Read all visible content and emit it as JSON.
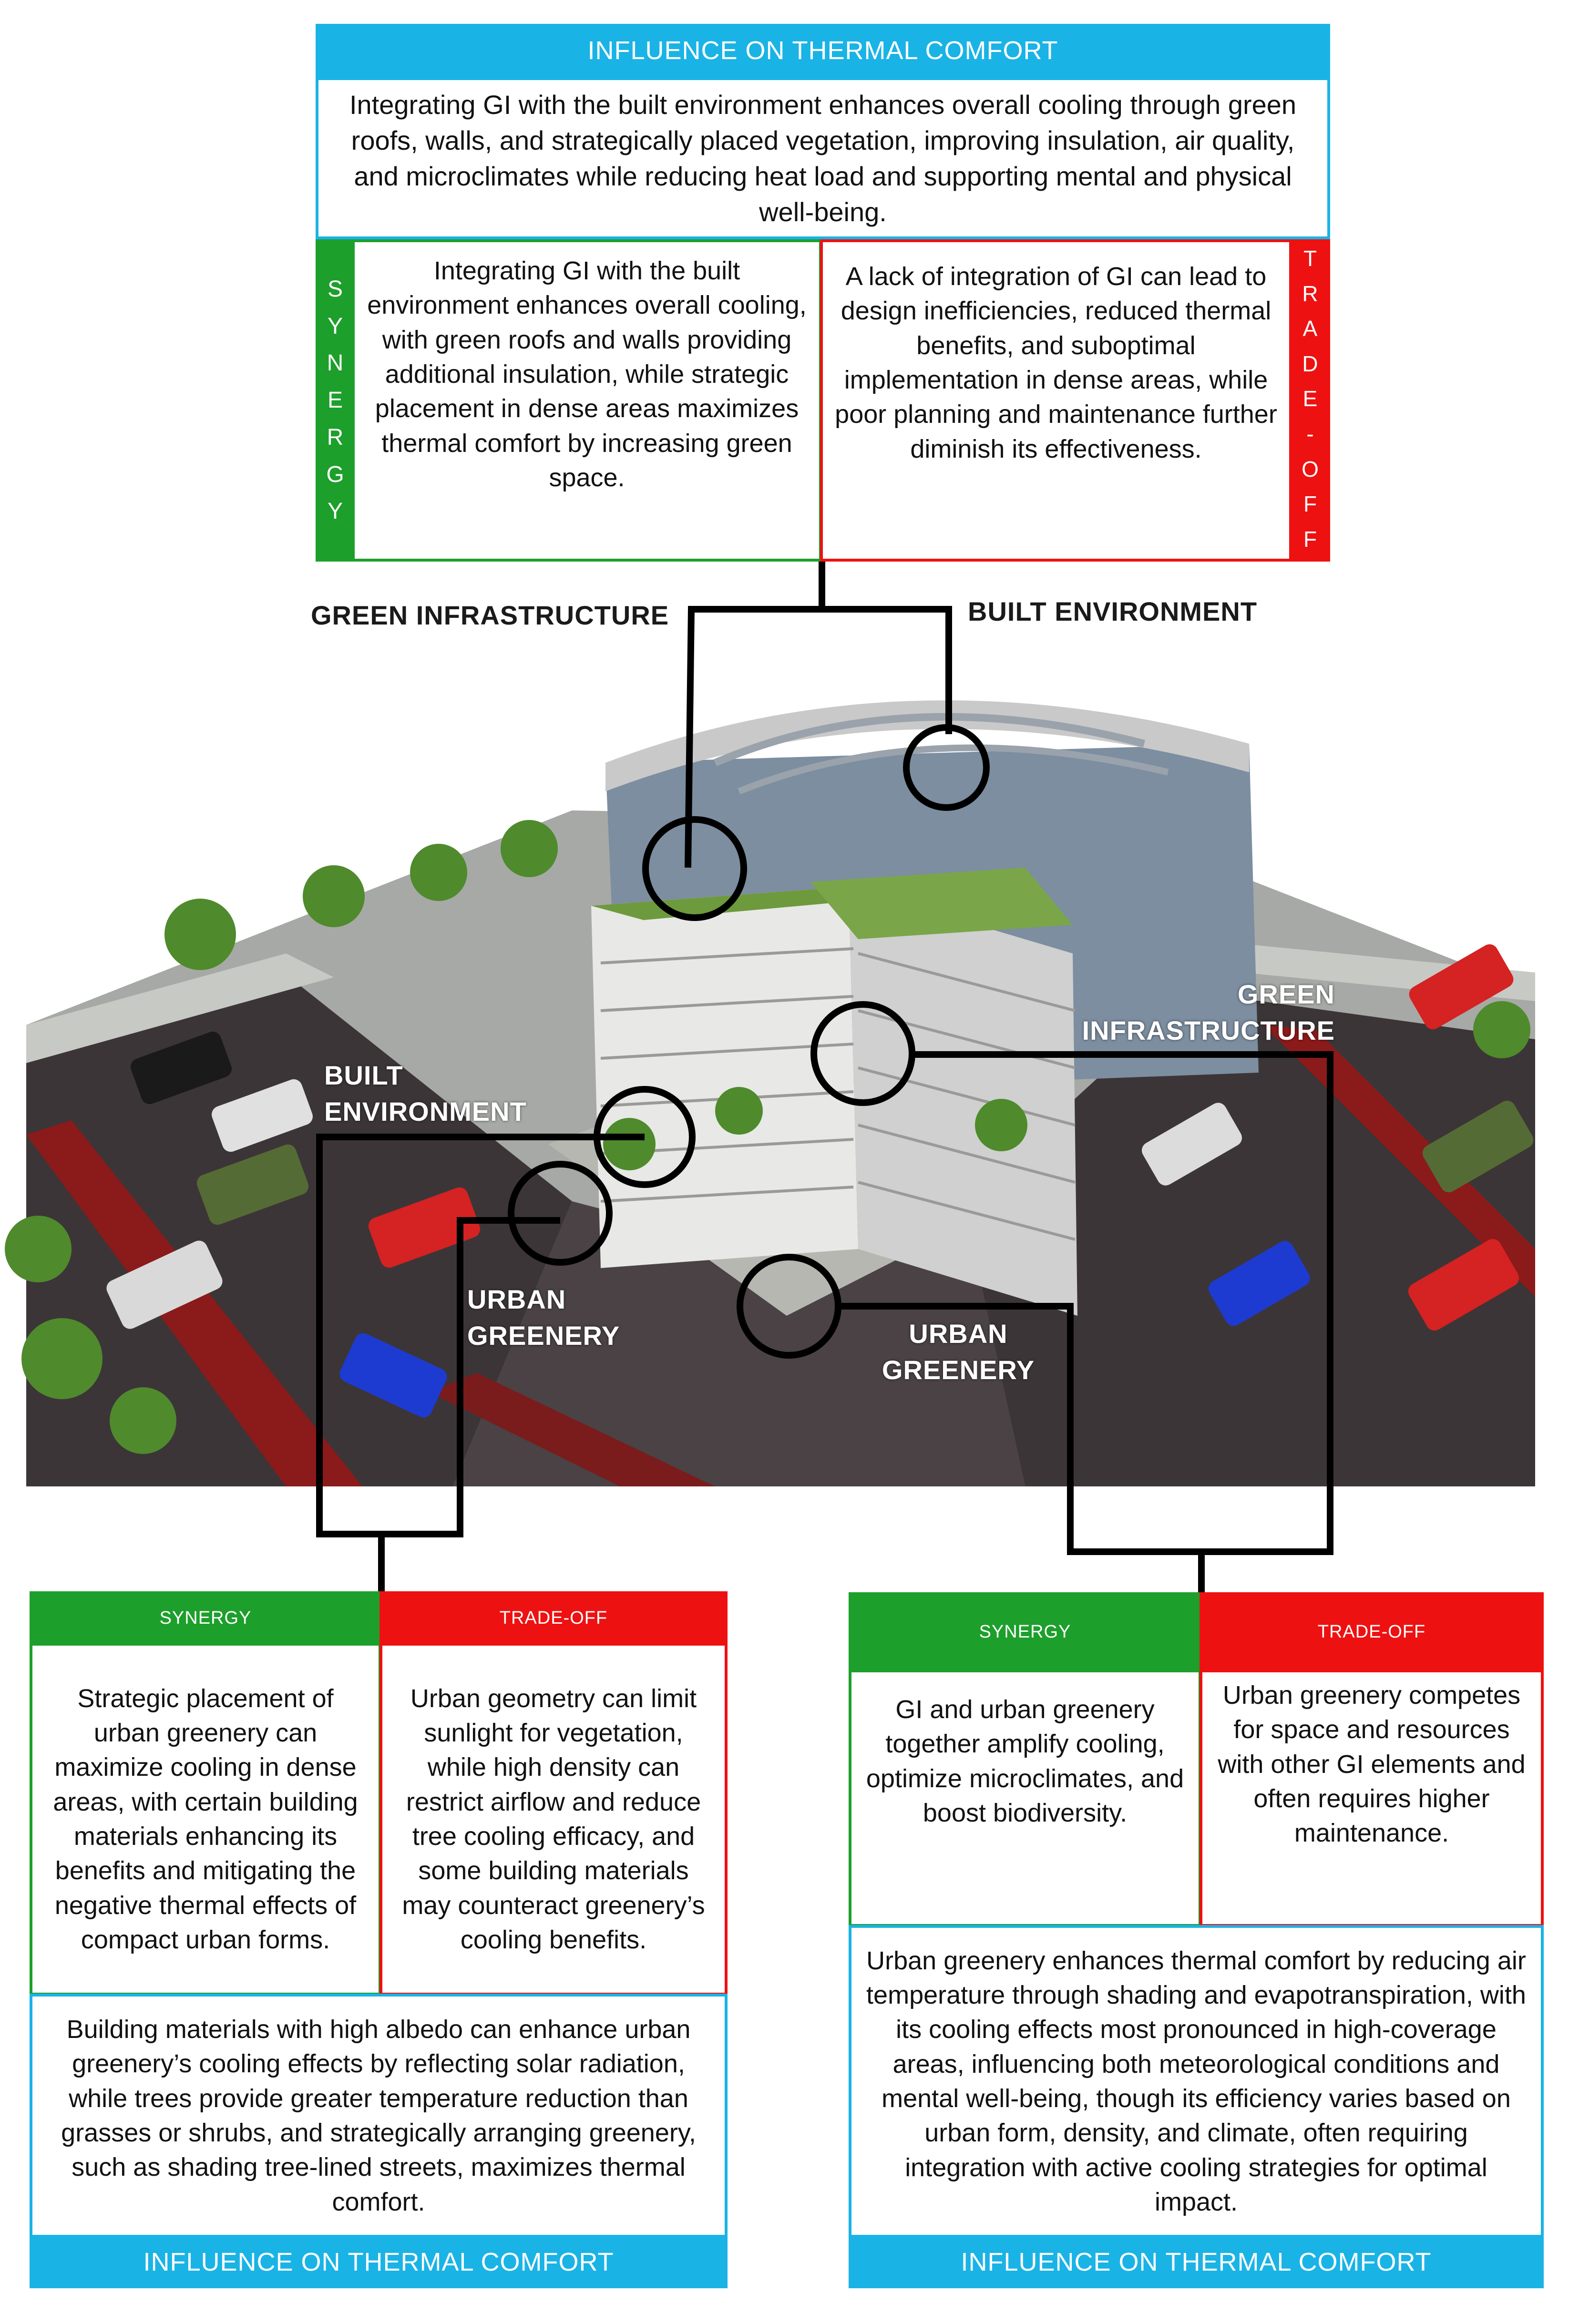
{
  "top": {
    "header": "INFLUENCE ON THERMAL COMFORT",
    "summary": "Integrating GI with the built environment enhances overall cooling through green roofs, walls, and strategically placed vegetation, improving insulation, air quality, and microclimates while reducing heat load and supporting mental and physical well-being.",
    "synergy_label": "SYNERGY",
    "synergy_letters": [
      "S",
      "Y",
      "N",
      "E",
      "R",
      "G",
      "Y"
    ],
    "synergy_text": "Integrating GI with the built environment enhances overall cooling, with green roofs and walls providing additional insulation, while strategic placement in dense areas maximizes thermal comfort by increasing green space.",
    "tradeoff_label": "TRADE-OFF",
    "tradeoff_letters": [
      "T",
      "R",
      "A",
      "D",
      "E",
      "-",
      "O",
      "F",
      "F"
    ],
    "tradeoff_text": "A lack of integration of GI can lead to design inefficiencies, reduced thermal benefits, and suboptimal implementation in dense areas, while poor planning and maintenance further diminish its effectiveness."
  },
  "labels": {
    "gi_top": "GREEN INFRASTRUCTURE",
    "be_top": "BUILT ENVIRONMENT",
    "gi_right": "GREEN INFRASTRUCTURE",
    "be_left": "BUILT ENVIRONMENT",
    "ug_left": "URBAN GREENERY",
    "ug_right": "URBAN GREENERY"
  },
  "bottom_left": {
    "synergy_header": "SYNERGY",
    "tradeoff_header": "TRADE-OFF",
    "synergy_text": "Strategic placement of urban greenery can maximize cooling in dense areas, with certain building materials enhancing its benefits and mitigating the negative thermal effects of compact urban forms.",
    "tradeoff_text": "Urban geometry can limit sunlight for vegetation, while high density can restrict airflow and reduce tree cooling efficacy, and some building materials may counteract greenery’s cooling benefits.",
    "summary": "Building materials with high albedo can enhance urban greenery’s cooling effects by reflecting solar radiation, while trees provide greater temperature reduction than grasses or shrubs, and strategically arranging greenery, such as shading tree-lined streets, maximizes thermal comfort.",
    "footer": "INFLUENCE ON THERMAL COMFORT"
  },
  "bottom_right": {
    "synergy_header": "SYNERGY",
    "tradeoff_header": "TRADE-OFF",
    "synergy_text": "GI and urban greenery together amplify cooling, optimize microclimates, and boost biodiversity.",
    "tradeoff_text": "Urban greenery competes for space and resources with other GI elements and often requires higher maintenance.",
    "summary": "Urban greenery enhances thermal comfort by reducing air temperature through shading and evapotranspiration, with its cooling effects most pronounced in high-coverage areas, influencing both meteorological conditions and mental well-being, though its efficiency varies based on urban form, density, and climate, often requiring integration with active cooling strategies for optimal impact.",
    "footer": "INFLUENCE ON THERMAL COMFORT"
  },
  "colors": {
    "cyan": "#1ab3e6",
    "green": "#1d9f2b",
    "red": "#ee1111",
    "connector": "#000000"
  }
}
